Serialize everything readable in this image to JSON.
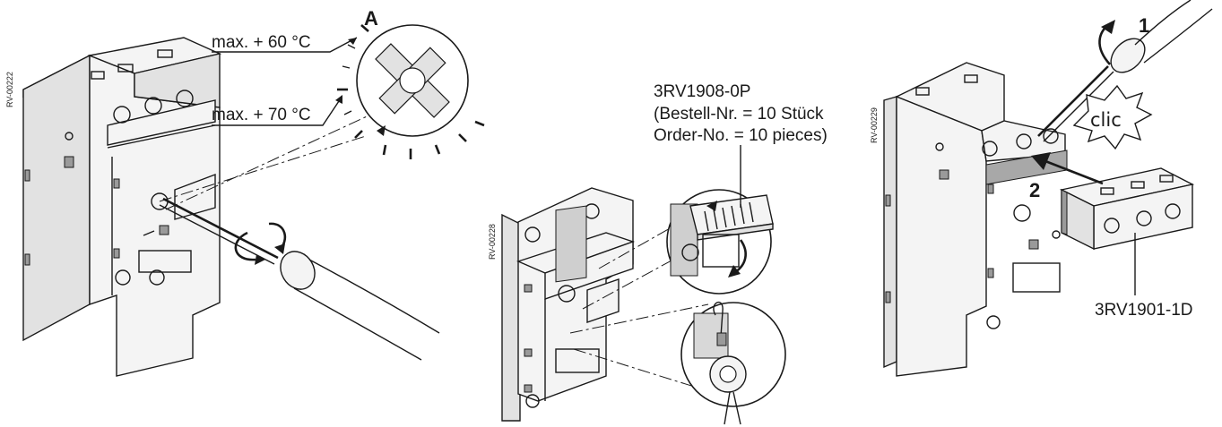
{
  "figure1": {
    "code": "RV-00222",
    "label_a": "A",
    "temp_max_60": "max. + 60 °C",
    "temp_max_70": "max. + 70 °C"
  },
  "figure2": {
    "code": "RV-00228",
    "part_number": "3RV1908-0P",
    "order_line_de": "(Bestell-Nr. = 10 Stück",
    "order_line_en": "Order-No. = 10 pieces)"
  },
  "figure3": {
    "code": "RV-00229",
    "step_1": "1",
    "step_2": "2",
    "click_sound": "clic",
    "part_number": "3RV1901-1D"
  }
}
